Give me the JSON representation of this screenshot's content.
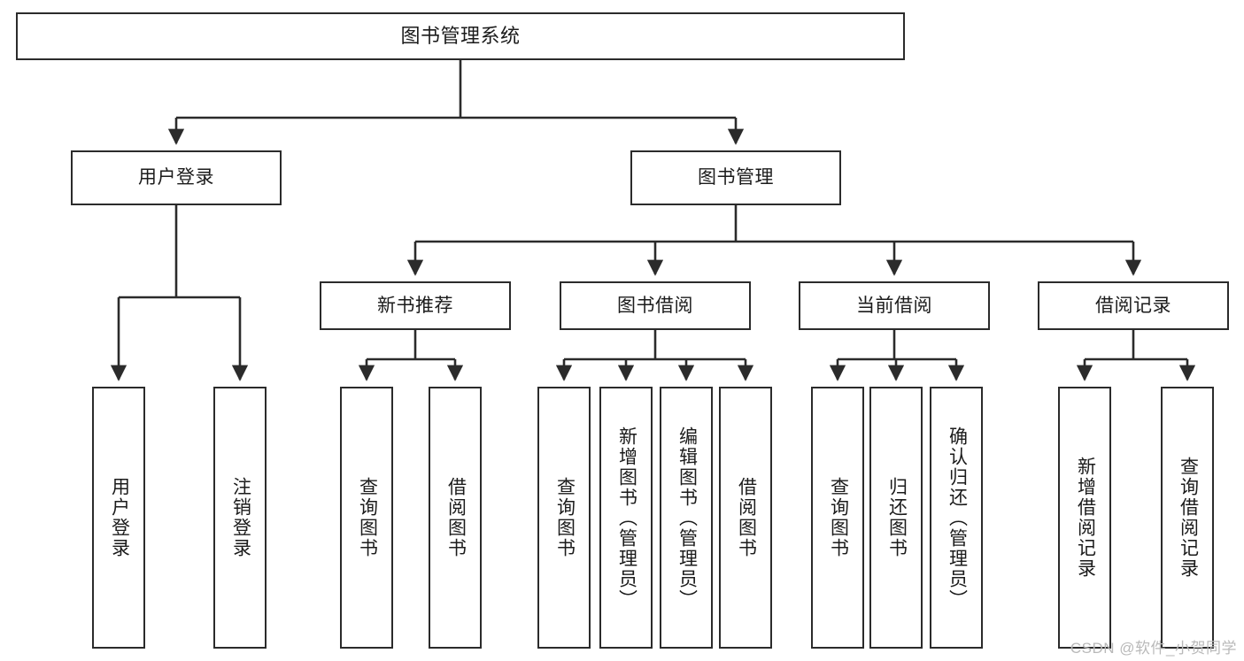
{
  "diagram": {
    "type": "tree-hierarchy",
    "title": "图书管理系统",
    "watermark": "CSDN @软件_小贺同学",
    "colors": {
      "box_border": "#2b2b2b",
      "box_fill": "#ffffff",
      "edge": "#2b2b2b",
      "text": "#1b1b1b",
      "watermark": "#b9b9b9",
      "background": "#ffffff"
    },
    "nodes": {
      "root": {
        "label": "图书管理系统"
      },
      "level2": [
        {
          "id": "user-login",
          "label": "用户登录"
        },
        {
          "id": "book-manage",
          "label": "图书管理"
        }
      ],
      "level3": [
        {
          "id": "new-book-recommend",
          "label": "新书推荐"
        },
        {
          "id": "book-borrow",
          "label": "图书借阅"
        },
        {
          "id": "current-borrow",
          "label": "当前借阅"
        },
        {
          "id": "borrow-record",
          "label": "借阅记录"
        }
      ],
      "leaves": {
        "user_login": [
          {
            "id": "leaf-user-login",
            "label": "用户登录"
          },
          {
            "id": "leaf-logout",
            "label": "注销登录"
          }
        ],
        "new_book_recommend": [
          {
            "id": "leaf-query-book-1",
            "label": "查询图书"
          },
          {
            "id": "leaf-borrow-book-1",
            "label": "借阅图书"
          }
        ],
        "book_borrow": [
          {
            "id": "leaf-query-book-2",
            "label": "查询图书"
          },
          {
            "id": "leaf-add-book",
            "label": "新增图书（管理员）"
          },
          {
            "id": "leaf-edit-book",
            "label": "编辑图书（管理员）"
          },
          {
            "id": "leaf-borrow-book-2",
            "label": "借阅图书"
          }
        ],
        "current_borrow": [
          {
            "id": "leaf-query-book-3",
            "label": "查询图书"
          },
          {
            "id": "leaf-return-book",
            "label": "归还图书"
          },
          {
            "id": "leaf-confirm-return",
            "label": "确认归还（管理员）"
          }
        ],
        "borrow_record": [
          {
            "id": "leaf-add-record",
            "label": "新增借阅记录"
          },
          {
            "id": "leaf-query-record",
            "label": "查询借阅记录"
          }
        ]
      }
    }
  }
}
